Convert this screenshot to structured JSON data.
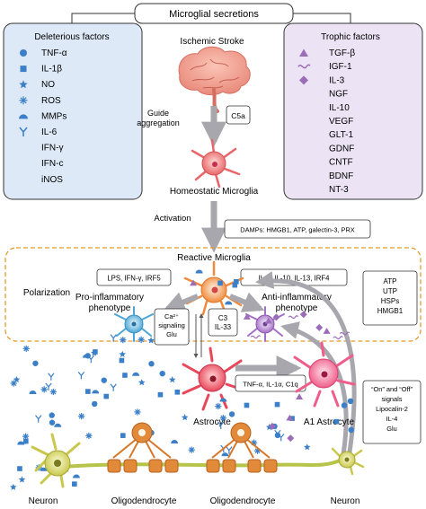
{
  "title": "Microglial secretions",
  "deleterious": {
    "heading": "Deleterious factors",
    "items": [
      {
        "label": "TNF-α",
        "icon": "circle-icon"
      },
      {
        "label": "IL-1β",
        "icon": "square-icon"
      },
      {
        "label": "NO",
        "icon": "star-icon"
      },
      {
        "label": "ROS",
        "icon": "asterisk-icon"
      },
      {
        "label": "MMPs",
        "icon": "half-disc-icon"
      },
      {
        "label": "IL-6",
        "icon": "antibody-y-icon"
      },
      {
        "label": "IFN-γ",
        "icon": ""
      },
      {
        "label": "IFN-c",
        "icon": ""
      },
      {
        "label": "iNOS",
        "icon": ""
      }
    ],
    "color": "#dde9f7",
    "icon_color": "#3a7fc8"
  },
  "trophic": {
    "heading": "Trophic factors",
    "items": [
      {
        "label": "TGF-β",
        "icon": "triangle-icon"
      },
      {
        "label": "IGF-1",
        "icon": "wave-icon"
      },
      {
        "label": "IL-3",
        "icon": "diamond-icon"
      },
      {
        "label": "NGF",
        "icon": ""
      },
      {
        "label": "IL-10",
        "icon": ""
      },
      {
        "label": "VEGF",
        "icon": ""
      },
      {
        "label": "GLT-1",
        "icon": ""
      },
      {
        "label": "GDNF",
        "icon": ""
      },
      {
        "label": "CNTF",
        "icon": ""
      },
      {
        "label": "BDNF",
        "icon": ""
      },
      {
        "label": "NT-3",
        "icon": ""
      }
    ],
    "color": "#ece4f4",
    "icon_color": "#9b6cb8"
  },
  "center": {
    "ischemic_stroke": "Ischemic Stroke",
    "guide_aggregation": "Guide\naggregation",
    "c5a": "C5a",
    "homeostatic": "Homeostatic Microglia",
    "activation": "Activation",
    "damps": "DAMPs: HMGB1, ATP, galectin-3, PRX",
    "reactive": "Reactive Microglia",
    "polarization": "Polarization",
    "pro_box": "LPS, IFN-γ, IRF5",
    "pro_label": "Pro-inflammatory\nphenotype",
    "anti_box": "IL-4, IL-10, IL-13, IRF4",
    "anti_label": "Anti-inflammatory\nphenotype",
    "ca_box": "Ca²⁺\nsignaling\nGlu",
    "c3_box": "C3\nIL-33",
    "right_box1": "ATP\nUTP\nHSPs\nHMGB1",
    "right_box2": "“On” and “Off”\nsignals\nLipocalin-2\nIL-4\nGlu",
    "astro_box": "TNF-α, IL-1α, C1q",
    "astrocyte": "Astrocyte",
    "a1_astrocyte": "A1 Astrocyte"
  },
  "bottom_labels": [
    "Neuron",
    "Oligodendrocyte",
    "Oligodendrocyte",
    "Neuron"
  ],
  "colors": {
    "arrow": "#a7a7ad",
    "dashed_orange": "#e39a2c",
    "microglia_orange": "#f08a3c",
    "astro_red": "#e8475a",
    "a1_pink": "#ef5d8a",
    "neuron_yellow": "#d9d760",
    "axon_green": "#b7c44a",
    "oligo_orange": "#d6782a",
    "blue_particle": "#3a7fc8",
    "purple_particle": "#9b6cb8"
  }
}
